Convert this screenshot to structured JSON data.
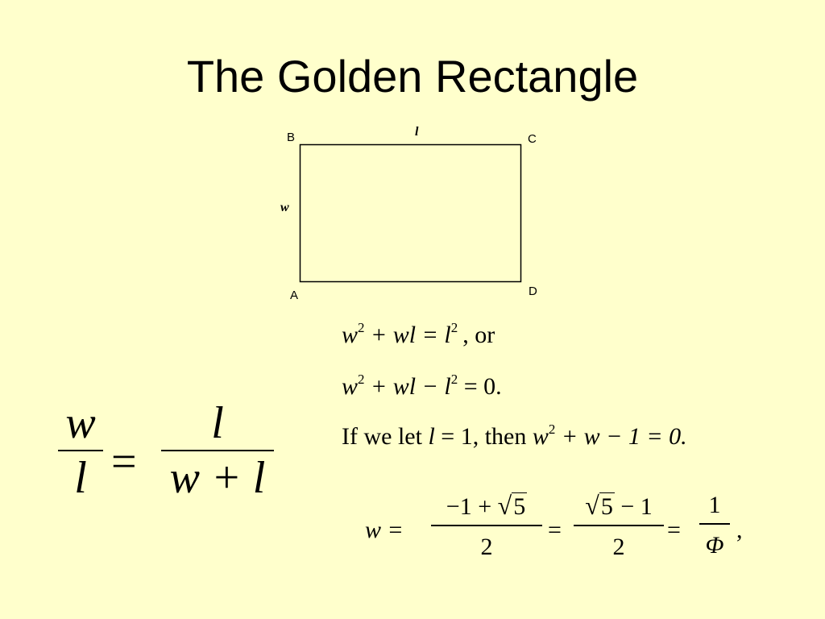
{
  "title": "The Golden Rectangle",
  "diagram": {
    "vertex_b": "B",
    "vertex_c": "C",
    "vertex_a": "A",
    "vertex_d": "D",
    "length_label": "l",
    "width_label": "w"
  },
  "ratio_equation": {
    "left_num": "w",
    "left_den": "l",
    "equals": "=",
    "right_num": "l",
    "right_den": "w + l"
  },
  "equation1": {
    "w": "w",
    "exp_w": "2",
    "middle": " + wl = l",
    "exp_l": "2",
    "tail": ", or"
  },
  "equation2": {
    "w": "w",
    "exp_w": "2",
    "middle": " + wl − l",
    "exp_l": "2",
    "tail": " = 0."
  },
  "equation3": {
    "prefix": "If we let ",
    "l": "l",
    "assign": " = 1,  then ",
    "w": "w",
    "exp_w": "2",
    "tail": " + w − 1 = 0."
  },
  "solution": {
    "lhs": "w =",
    "frac1_num_prefix": "−1 + ",
    "frac1_radicand": "5",
    "frac1_den": "2",
    "eq1": "=",
    "frac2_radicand": "5",
    "frac2_num_suffix": " − 1",
    "frac2_den": "2",
    "eq2": "=",
    "frac3_num": "1",
    "frac3_den": "Φ",
    "tail": ","
  }
}
